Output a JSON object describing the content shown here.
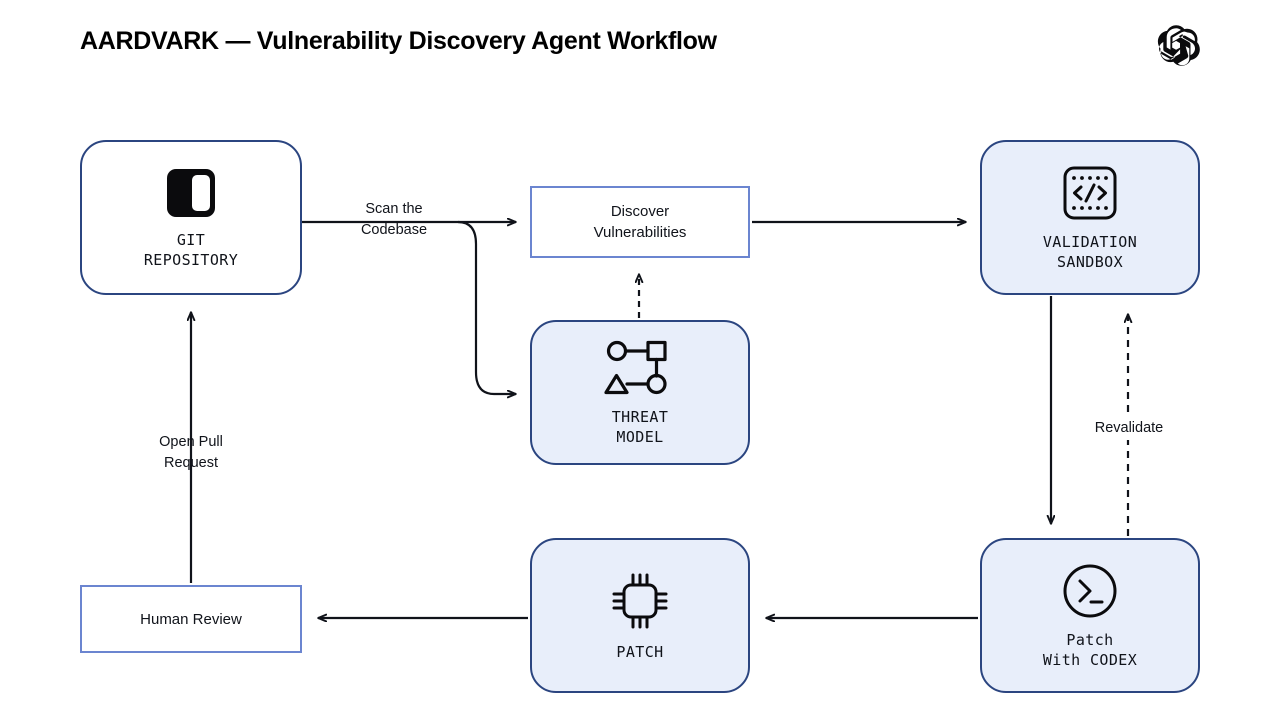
{
  "header": {
    "title": "AARDVARK — Vulnerability Discovery Agent Workflow",
    "logo_icon": "openai-logo-icon"
  },
  "colors": {
    "node_border_dark": "#2B4580",
    "node_border_light": "#6B85D0",
    "node_fill_light": "#E8EEFA",
    "node_fill_white": "#FFFFFF",
    "edge": "#10131a",
    "text": "#10131a",
    "background": "#FFFFFF"
  },
  "diagram": {
    "type": "flowchart",
    "nodes": [
      {
        "id": "git-repository",
        "label": "GIT\nREPOSITORY",
        "icon": "repository-icon",
        "shape": "rounded-rect",
        "fill": "#FFFFFF",
        "border": "#2B4580",
        "font": "mono"
      },
      {
        "id": "discover-vulnerabilities",
        "label": "Discover\nVulnerabilities",
        "icon": null,
        "shape": "rect",
        "fill": "#FFFFFF",
        "border": "#6B85D0",
        "font": "sans"
      },
      {
        "id": "threat-model",
        "label": "THREAT\nMODEL",
        "icon": "threat-graph-icon",
        "shape": "rounded-rect",
        "fill": "#E8EEFA",
        "border": "#2B4580",
        "font": "mono"
      },
      {
        "id": "validation-sandbox",
        "label": "VALIDATION\nSANDBOX",
        "icon": "code-sandbox-icon",
        "shape": "rounded-rect",
        "fill": "#E8EEFA",
        "border": "#2B4580",
        "font": "mono"
      },
      {
        "id": "patch-with-codex",
        "label": "Patch\nWith CODEX",
        "icon": "terminal-prompt-icon",
        "shape": "rounded-rect",
        "fill": "#E8EEFA",
        "border": "#2B4580",
        "font": "mono"
      },
      {
        "id": "patch",
        "label": "PATCH",
        "icon": "chip-icon",
        "shape": "rounded-rect",
        "fill": "#E8EEFA",
        "border": "#2B4580",
        "font": "mono"
      },
      {
        "id": "human-review",
        "label": "Human Review",
        "icon": null,
        "shape": "rect",
        "fill": "#FFFFFF",
        "border": "#6B85D0",
        "font": "sans"
      }
    ],
    "edges": [
      {
        "id": "git-to-discover",
        "from": "git-repository",
        "to": "discover-vulnerabilities",
        "label": "Scan the\nCodebase",
        "style": "solid",
        "arrow": true
      },
      {
        "id": "git-to-threat",
        "from": "git-repository",
        "to": "threat-model",
        "label": "",
        "style": "solid",
        "arrow": true
      },
      {
        "id": "threat-to-discover",
        "from": "threat-model",
        "to": "discover-vulnerabilities",
        "label": "",
        "style": "dashed",
        "arrow": true
      },
      {
        "id": "discover-to-sandbox",
        "from": "discover-vulnerabilities",
        "to": "validation-sandbox",
        "label": "",
        "style": "solid",
        "arrow": true
      },
      {
        "id": "sandbox-to-codex",
        "from": "validation-sandbox",
        "to": "patch-with-codex",
        "label": "",
        "style": "solid",
        "arrow": true
      },
      {
        "id": "codex-to-sandbox-revalidate",
        "from": "patch-with-codex",
        "to": "validation-sandbox",
        "label": "Revalidate",
        "style": "dashed",
        "arrow": true
      },
      {
        "id": "codex-to-patch",
        "from": "patch-with-codex",
        "to": "patch",
        "label": "",
        "style": "solid",
        "arrow": true
      },
      {
        "id": "patch-to-human",
        "from": "patch",
        "to": "human-review",
        "label": "",
        "style": "solid",
        "arrow": true
      },
      {
        "id": "human-to-git",
        "from": "human-review",
        "to": "git-repository",
        "label": "Open Pull\nRequest",
        "style": "solid",
        "arrow": true
      }
    ],
    "edge_labels": {
      "scan_the_codebase": "Scan the\nCodebase",
      "open_pull_request": "Open Pull\nRequest",
      "revalidate": "Revalidate"
    }
  }
}
